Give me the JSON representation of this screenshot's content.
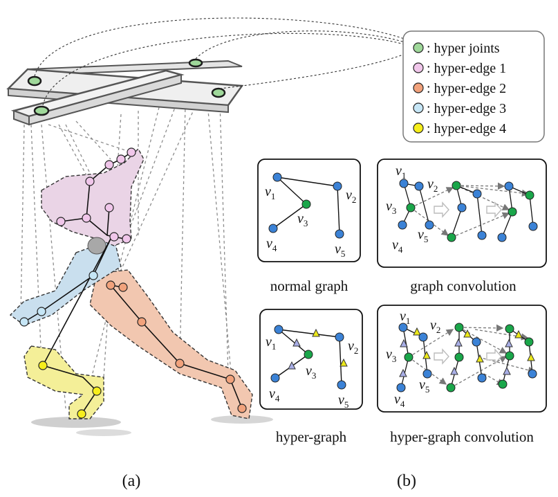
{
  "legend": {
    "items": [
      {
        "label": ": hyper joints",
        "color": "#9fd89a"
      },
      {
        "label": ": hyper-edge 1",
        "color": "#f0c6ea"
      },
      {
        "label": ": hyper-edge 2",
        "color": "#f1a27c"
      },
      {
        "label": ": hyper-edge 3",
        "color": "#c6e6f6"
      },
      {
        "label": ": hyper-edge 4",
        "color": "#f6ee1c"
      }
    ]
  },
  "panels": {
    "normal_graph": "normal graph",
    "graph_convolution": "graph convolution",
    "hyper_graph": "hyper-graph",
    "hyper_graph_convolution": "hyper-graph convolution"
  },
  "vertex_labels": {
    "v": "v",
    "s1": "1",
    "s2": "2",
    "s3": "3",
    "s4": "4",
    "s5": "5"
  },
  "captions": {
    "a": "(a)",
    "b": "(b)"
  },
  "colors": {
    "node_blue": "#3b82d6",
    "node_green": "#1aa64a",
    "triangle_yellow": "#ece81a",
    "triangle_lilac": "#a8aee6"
  }
}
